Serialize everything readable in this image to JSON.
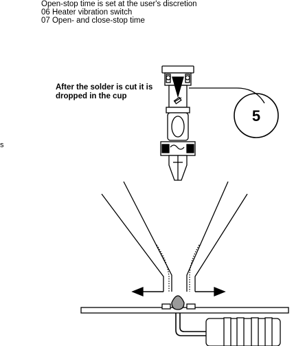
{
  "header_lines": [
    "Open-stop time is set at the user's discretion",
    "06 Heater vibration switch",
    "07 Open- and close-stop time"
  ],
  "caption": "After the solder is cut it is dropped in the cup",
  "step_number": "5",
  "edge_mark": "s",
  "colors": {
    "ink": "#000000",
    "solder_fill": "#9a9a9a",
    "paper": "#ffffff"
  }
}
